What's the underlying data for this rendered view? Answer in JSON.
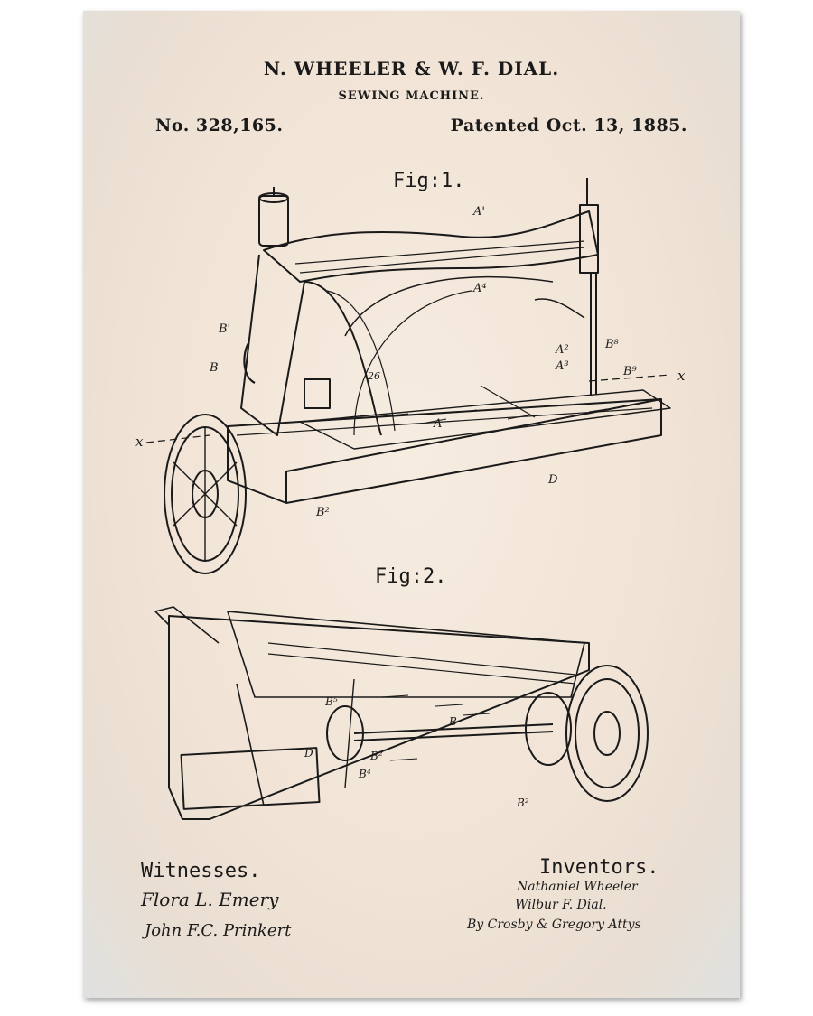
{
  "header": {
    "names": "N. WHEELER & W. F. DIAL.",
    "title": "SEWING MACHINE.",
    "number": "No. 328,165.",
    "date": "Patented Oct. 13, 1885."
  },
  "figures": {
    "fig1_label": "Fig:1.",
    "fig2_label": "Fig:2."
  },
  "fig1_labels": {
    "a1": "A'",
    "a4": "A⁴",
    "b1": "B'",
    "b": "B",
    "n26": "26",
    "a2": "A²",
    "a3": "A³",
    "b8": "B⁸",
    "b9": "B⁹",
    "a": "A",
    "d": "D",
    "b2": "B²",
    "x_left": "x",
    "x_right": "x"
  },
  "fig2_labels": {
    "b5": "B⁵",
    "b": "B",
    "d": "D",
    "b2a": "B²",
    "b4": "B⁴",
    "b2b": "B²"
  },
  "witnesses": {
    "heading": "Witnesses.",
    "sig1": "Flora L. Emery",
    "sig2": "John F.C. Prinkert"
  },
  "inventors": {
    "heading": "Inventors.",
    "sig1": "Nathaniel Wheeler",
    "sig2": "Wilbur F. Dial.",
    "sig3": "By Crosby & Gregory Attys"
  },
  "colors": {
    "ink": "#1a1a1a",
    "paper": "#f1e4d6"
  }
}
